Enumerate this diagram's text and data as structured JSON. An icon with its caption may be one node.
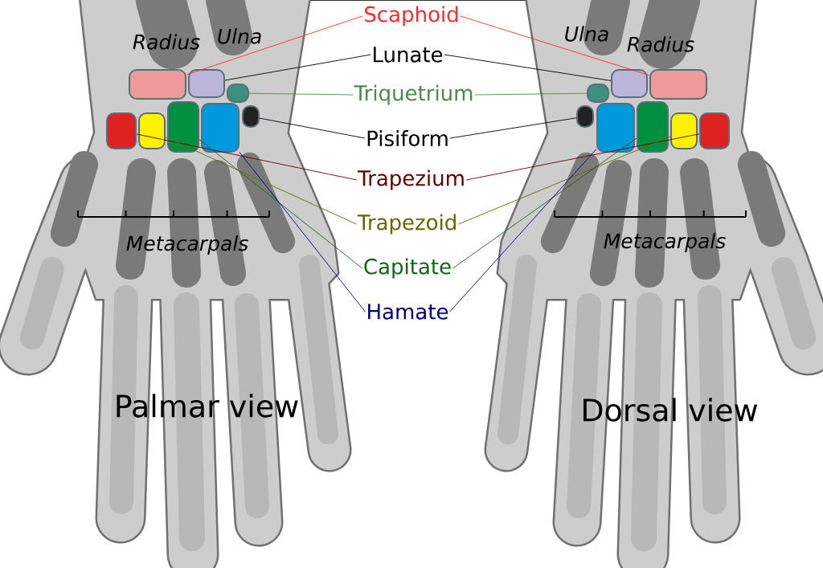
{
  "diagram": {
    "nodes": [
      {
        "text": [
          "Scaphoid"
        ]
      },
      {
        "text": [
          "Lunate"
        ]
      },
      {
        "text": [
          "Triquetrium"
        ]
      },
      {
        "text": [
          "Pisiform"
        ]
      },
      {
        "text": [
          "Trapezium"
        ]
      },
      {
        "text": [
          "Trapezoid"
        ]
      },
      {
        "text": [
          "Capitate"
        ]
      },
      {
        "text": [
          "Hamate"
        ]
      },
      {
        "text": [],
        "shape": "bone"
      },
      {
        "text": [],
        "shape": "bone"
      },
      {
        "text": [],
        "shape": "bone"
      },
      {
        "text": [],
        "shape": "bone"
      },
      {
        "text": [],
        "shape": "bone"
      },
      {
        "text": [],
        "shape": "bone"
      },
      {
        "text": [],
        "shape": "bone"
      },
      {
        "text": [],
        "shape": "bone"
      },
      {
        "text": [],
        "shape": "bone"
      },
      {
        "text": [],
        "shape": "bone"
      },
      {
        "text": [],
        "shape": "bone"
      },
      {
        "text": [],
        "shape": "bone"
      },
      {
        "text": [],
        "shape": "bone"
      },
      {
        "text": [],
        "shape": "bone"
      },
      {
        "text": [],
        "shape": "bone"
      },
      {
        "text": [],
        "shape": "bone"
      }
    ],
    "edges": [
      {
        "from": 0,
        "to": 8,
        "arrow": "none",
        "color": "#ff2a2a"
      },
      {
        "from": 1,
        "to": 9,
        "arrow": "none",
        "color": "#000000"
      },
      {
        "from": 2,
        "to": 10,
        "arrow": "none",
        "color": "#4a8a4a"
      },
      {
        "from": 3,
        "to": 11,
        "arrow": "none",
        "color": "#000000"
      },
      {
        "from": 4,
        "to": 12,
        "arrow": "none",
        "color": "#660000"
      },
      {
        "from": 5,
        "to": 13,
        "arrow": "none",
        "color": "#666600"
      },
      {
        "from": 6,
        "to": 14,
        "arrow": "none",
        "color": "#116611"
      },
      {
        "from": 7,
        "to": 15,
        "arrow": "none",
        "color": "#000080"
      },
      {
        "from": 0,
        "to": 16,
        "arrow": "none",
        "color": "#ff2a2a"
      },
      {
        "from": 1,
        "to": 17,
        "arrow": "none",
        "color": "#000000"
      },
      {
        "from": 2,
        "to": 18,
        "arrow": "none",
        "color": "#4a8a4a"
      },
      {
        "from": 3,
        "to": 19,
        "arrow": "none",
        "color": "#000000"
      },
      {
        "from": 4,
        "to": 20,
        "arrow": "none",
        "color": "#660000"
      },
      {
        "from": 5,
        "to": 21,
        "arrow": "none",
        "color": "#666600"
      },
      {
        "from": 6,
        "to": 22,
        "arrow": "none",
        "color": "#116611"
      },
      {
        "from": 7,
        "to": 23,
        "arrow": "none",
        "color": "#000080"
      }
    ],
    "labels": [
      "Radius",
      "Ulna",
      "Ulna",
      "Radius",
      "Metacarpals",
      "Metacarpals",
      "Palmar view",
      "Dorsal view"
    ]
  }
}
